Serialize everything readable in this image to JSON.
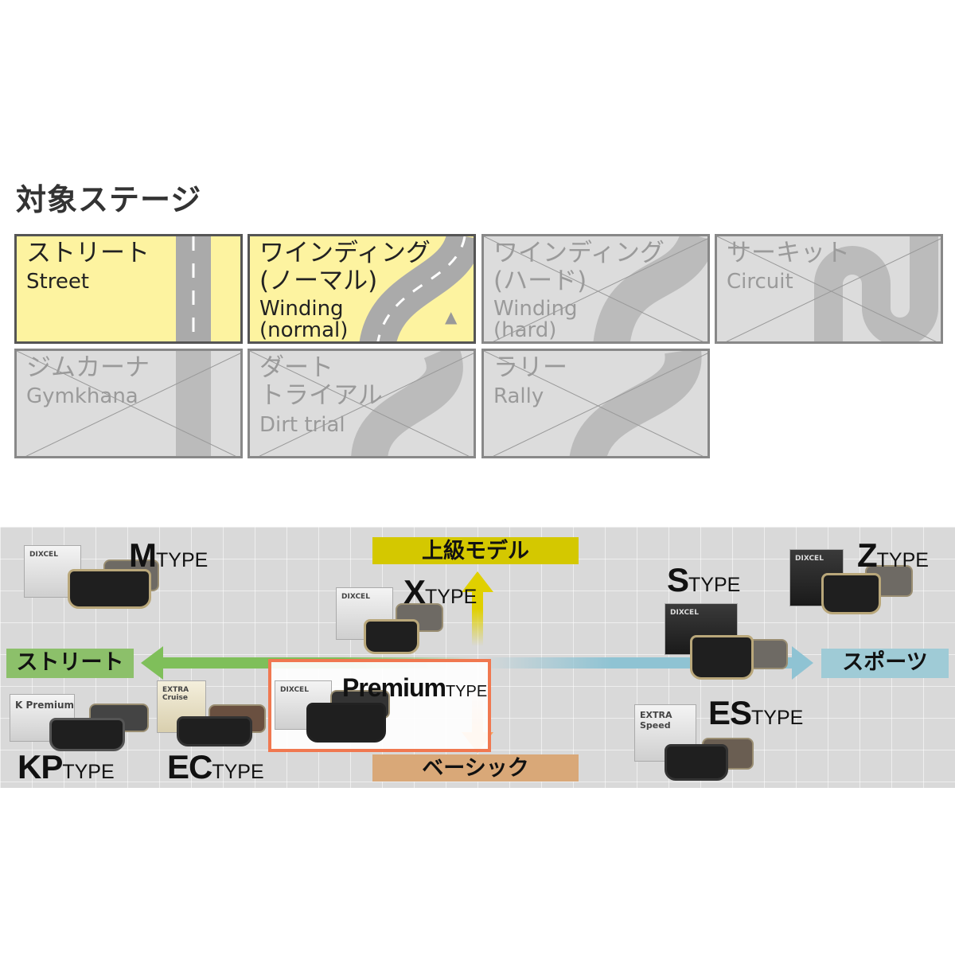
{
  "title": "対象ステージ",
  "stages": [
    {
      "jp": "ストリート",
      "en": "Street",
      "active": true
    },
    {
      "jp": "ワインディング\n(ノーマル)",
      "en": "Winding\n(normal)",
      "active": true
    },
    {
      "jp": "ワインディング\n(ハード)",
      "en": "Winding\n(hard)",
      "active": false
    },
    {
      "jp": "サーキット",
      "en": "Circuit",
      "active": false
    },
    {
      "jp": "ジムカーナ",
      "en": "Gymkhana",
      "active": false
    },
    {
      "jp": "ダート\nトライアル",
      "en": "Dirt trial",
      "active": false
    },
    {
      "jp": "ラリー",
      "en": "Rally",
      "active": false
    }
  ],
  "chart": {
    "upper": "上級モデル",
    "basic": "ベーシック",
    "street": "ストリート",
    "sports": "スポーツ",
    "colors": {
      "upper": "#d4c800",
      "basic": "#d9a878",
      "street": "#8cc06a",
      "sports": "#9fcbd6",
      "highlight": "#f07850"
    },
    "types": {
      "m": {
        "letter": "M",
        "suffix": "TYPE",
        "box": "DIXCEL"
      },
      "x": {
        "letter": "X",
        "suffix": "TYPE",
        "box": "DIXCEL"
      },
      "kp": {
        "letter": "KP",
        "suffix": "TYPE",
        "box": "K Premium"
      },
      "ec": {
        "letter": "EC",
        "suffix": "TYPE",
        "box": "EXTRA Cruise"
      },
      "premium": {
        "letter": "Premium",
        "suffix": "TYPE",
        "box": "DIXCEL"
      },
      "s": {
        "letter": "S",
        "suffix": "TYPE",
        "box": "DIXCEL"
      },
      "z": {
        "letter": "Z",
        "suffix": "TYPE",
        "box": "DIXCEL"
      },
      "es": {
        "letter": "ES",
        "suffix": "TYPE",
        "box": "EXTRA Speed"
      }
    }
  }
}
